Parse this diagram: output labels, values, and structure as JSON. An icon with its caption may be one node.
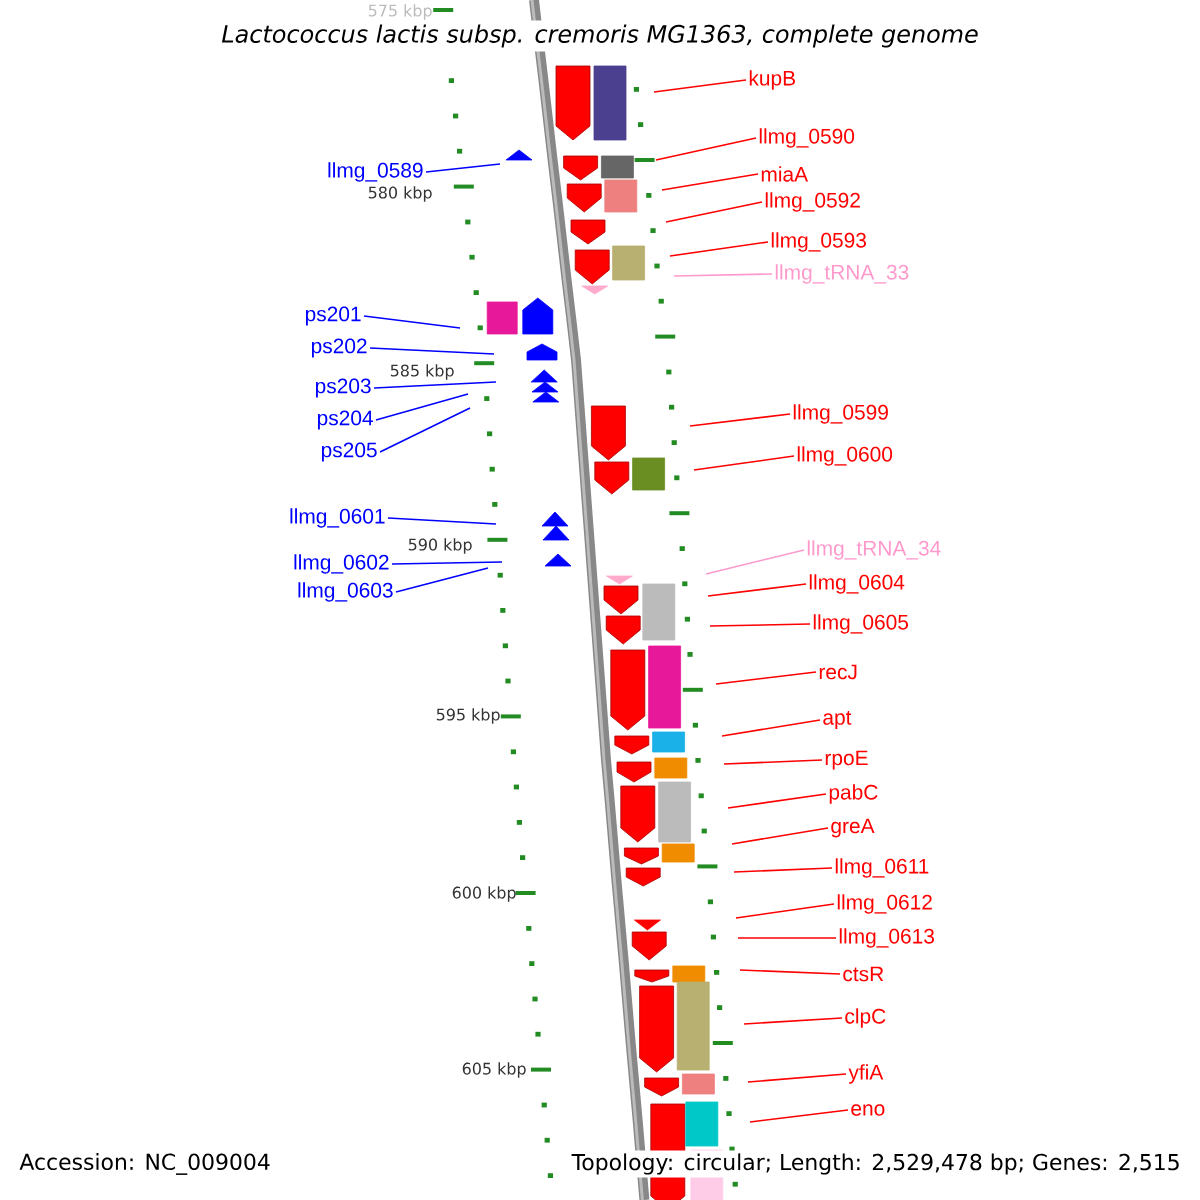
{
  "diagram": {
    "title": "Lactococcus lactis subsp. cremoris MG1363, complete genome",
    "nodes": [
      {
        "text": [
          "kupB"
        ]
      },
      {
        "text": [
          "llmg_0590"
        ]
      },
      {
        "text": [
          "llmg_0589"
        ]
      },
      {
        "text": [
          "miaA"
        ]
      },
      {
        "text": [
          "llmg_0592"
        ]
      },
      {
        "text": [
          "llmg_0593"
        ]
      },
      {
        "text": [
          "llmg_tRNA_33"
        ]
      },
      {
        "text": [
          "ps201"
        ]
      },
      {
        "text": [
          "ps202"
        ]
      },
      {
        "text": [
          "ps203"
        ]
      },
      {
        "text": [
          "llmg_0599"
        ]
      },
      {
        "text": [
          "ps204"
        ]
      },
      {
        "text": [
          "ps205"
        ]
      },
      {
        "text": [
          "llmg_0600"
        ]
      },
      {
        "text": [
          "llmg_0601"
        ]
      },
      {
        "text": [
          "llmg_tRNA_34"
        ]
      },
      {
        "text": [
          "llmg_0602"
        ]
      },
      {
        "text": [
          "llmg_0604"
        ]
      },
      {
        "text": [
          "llmg_0603"
        ]
      },
      {
        "text": [
          "llmg_0605"
        ]
      },
      {
        "text": [
          "recJ"
        ]
      },
      {
        "text": [
          "apt"
        ]
      },
      {
        "text": [
          "rpoE"
        ]
      },
      {
        "text": [
          "pabC"
        ]
      },
      {
        "text": [
          "greA"
        ]
      },
      {
        "text": [
          "llmg_0611"
        ]
      },
      {
        "text": [
          "llmg_0612"
        ]
      },
      {
        "text": [
          "llmg_0613"
        ]
      },
      {
        "text": [
          "ctsR"
        ]
      },
      {
        "text": [
          "clpC"
        ]
      },
      {
        "text": [
          "yfiA"
        ]
      },
      {
        "text": [
          "eno"
        ]
      }
    ],
    "edges": [
      {
        "from": 0,
        "to": null,
        "arrow": "none"
      },
      {
        "from": 1,
        "to": null,
        "arrow": "none"
      },
      {
        "from": 2,
        "to": null,
        "arrow": "none",
        "color": "#0000ff"
      },
      {
        "from": 3,
        "to": null,
        "arrow": "none"
      },
      {
        "from": 4,
        "to": null,
        "arrow": "none"
      },
      {
        "from": 5,
        "to": null,
        "arrow": "none"
      },
      {
        "from": 6,
        "to": null,
        "arrow": "none",
        "color": "#ff99cc"
      },
      {
        "from": 7,
        "to": null,
        "arrow": "none",
        "color": "#0000ff"
      },
      {
        "from": 8,
        "to": null,
        "arrow": "none",
        "color": "#0000ff"
      },
      {
        "from": 9,
        "to": null,
        "arrow": "none",
        "color": "#0000ff"
      },
      {
        "from": 10,
        "to": null,
        "arrow": "none"
      },
      {
        "from": 11,
        "to": null,
        "arrow": "none",
        "color": "#0000ff"
      },
      {
        "from": 12,
        "to": null,
        "arrow": "none",
        "color": "#0000ff"
      },
      {
        "from": 13,
        "to": null,
        "arrow": "none"
      },
      {
        "from": 14,
        "to": null,
        "arrow": "none",
        "color": "#0000ff"
      },
      {
        "from": 15,
        "to": null,
        "arrow": "none",
        "color": "#ff99cc"
      },
      {
        "from": 16,
        "to": null,
        "arrow": "none",
        "color": "#0000ff"
      },
      {
        "from": 17,
        "to": null,
        "arrow": "none"
      },
      {
        "from": 18,
        "to": null,
        "arrow": "none",
        "color": "#0000ff"
      },
      {
        "from": 19,
        "to": null,
        "arrow": "none"
      },
      {
        "from": 20,
        "to": null,
        "arrow": "none"
      },
      {
        "from": 21,
        "to": null,
        "arrow": "none"
      },
      {
        "from": 22,
        "to": null,
        "arrow": "none"
      },
      {
        "from": 23,
        "to": null,
        "arrow": "none"
      },
      {
        "from": 24,
        "to": null,
        "arrow": "none"
      },
      {
        "from": 25,
        "to": null,
        "arrow": "none"
      },
      {
        "from": 26,
        "to": null,
        "arrow": "none"
      },
      {
        "from": 27,
        "to": null,
        "arrow": "none"
      },
      {
        "from": 28,
        "to": null,
        "arrow": "none"
      },
      {
        "from": 29,
        "to": null,
        "arrow": "none"
      },
      {
        "from": 30,
        "to": null,
        "arrow": "none"
      },
      {
        "from": 31,
        "to": null,
        "arrow": "none"
      }
    ],
    "labels": [
      "575 kbp",
      "580 kbp",
      "585 kbp",
      "590 kbp",
      "595 kbp",
      "600 kbp",
      "605 kbp",
      "Accession: NC_009004",
      "Topology: circular; Length: 2,529,478 bp; Genes: 2,515"
    ]
  }
}
